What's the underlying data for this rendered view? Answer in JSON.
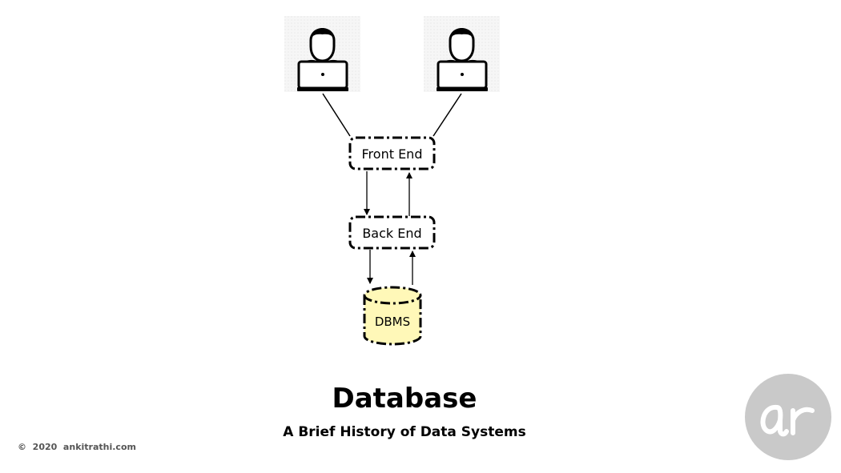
{
  "diagram": {
    "nodes": {
      "front_end": "Front End",
      "back_end": "Back End",
      "dbms": "DBMS"
    },
    "users": [
      "user",
      "user"
    ],
    "edges": [
      {
        "from": "user_1",
        "to": "front_end",
        "type": "line"
      },
      {
        "from": "user_2",
        "to": "front_end",
        "type": "line"
      },
      {
        "from": "front_end",
        "to": "back_end",
        "type": "arrow"
      },
      {
        "from": "back_end",
        "to": "front_end",
        "type": "arrow"
      },
      {
        "from": "back_end",
        "to": "dbms",
        "type": "arrow"
      },
      {
        "from": "dbms",
        "to": "back_end",
        "type": "arrow"
      }
    ],
    "colors": {
      "dbms_fill": "#fff8b8",
      "stroke": "#000000",
      "logo_bg": "#c9c9c9"
    }
  },
  "title": "Database",
  "subtitle": "A Brief History of Data Systems",
  "copyright": "©  2020  ankitrathi.com",
  "logo": {
    "text": "ar"
  }
}
